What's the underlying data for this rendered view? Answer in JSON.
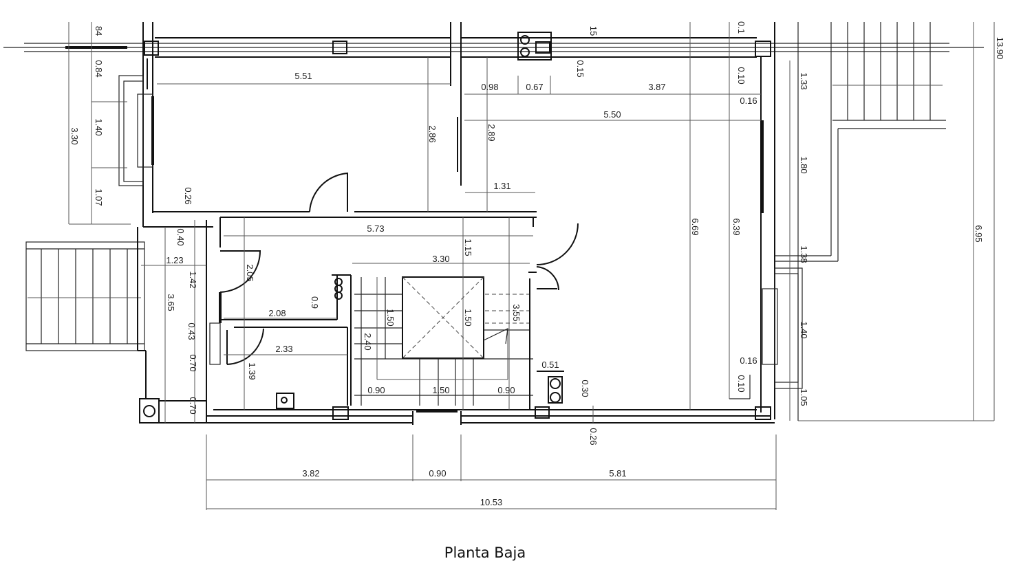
{
  "title": "Planta Baja",
  "dims_h": [
    "5.51",
    "0.98",
    "0.67",
    "3.87",
    "0.16",
    "5.50",
    "1.31",
    "5.73",
    "3.30",
    "1.23",
    "2.08",
    "2.33",
    "0.51",
    "0.16",
    "0.90",
    "1.50",
    "0.90",
    "3.82",
    "0.90",
    "5.81",
    "10.53"
  ],
  "dims_v": [
    "84",
    "0.84",
    "1.40",
    "3.30",
    "1.07",
    "0.26",
    "2.86",
    "2.89",
    "15",
    "0.15",
    "0.1",
    "0.10",
    "1.33",
    "13.90",
    "1.80",
    "6.69",
    "6.39",
    "1.38",
    "6.95",
    "0.40",
    "2.05",
    "1.15",
    "1.42",
    "3.65",
    "0.9",
    "1.50",
    "1.50",
    "3.55",
    "2.40",
    "0.43",
    "1.40",
    "0.70",
    "1.39",
    "0.10",
    "0.30",
    "1.05",
    "0.70",
    "0.26"
  ]
}
